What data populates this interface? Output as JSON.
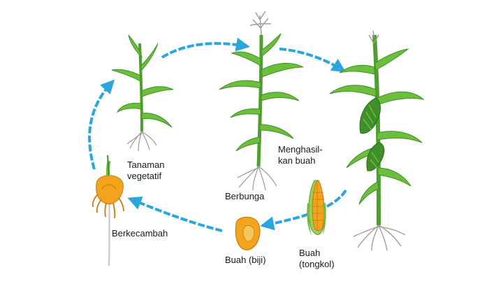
{
  "stages": {
    "seedling": {
      "label": "Berkecambah"
    },
    "vegetative": {
      "label": "Tanaman\nvegetatif"
    },
    "flowering": {
      "label": "Berbunga"
    },
    "fruiting": {
      "label": "Menghasil-\nkan buah"
    },
    "cob": {
      "label": "Buah\n(tongkol)"
    },
    "seed": {
      "label": "Buah (biji)"
    }
  },
  "colors": {
    "arrow": "#2aa6dd",
    "leaf": "#6cbf3a",
    "leaf_dark": "#3f8f2a",
    "root": "#8a8a8a",
    "kernel": "#f2a51c",
    "husk": "#9ccc5a"
  }
}
